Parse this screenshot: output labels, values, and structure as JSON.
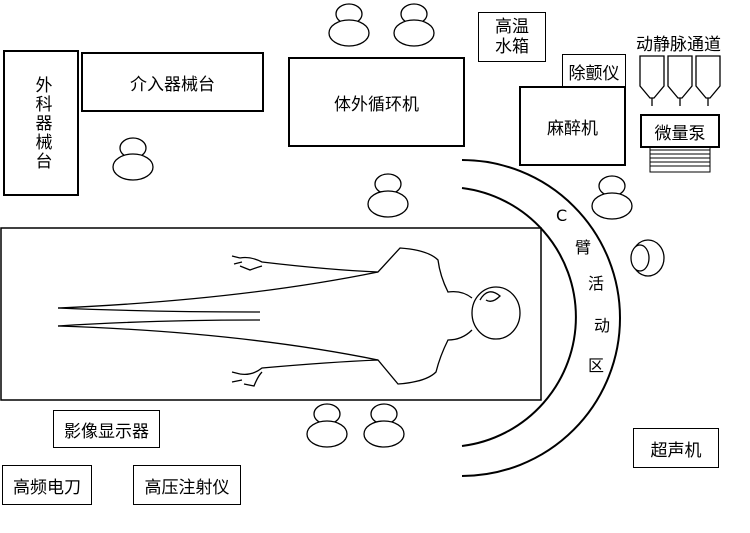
{
  "labels": {
    "surgical_table": "外科器械台",
    "interventional_table": "介入器械台",
    "ecmo": "体外循环机",
    "warm_water_tank_line1": "高温",
    "warm_water_tank_line2": "水箱",
    "defibrillator": "除颤仪",
    "anesthesia_machine": "麻醉机",
    "iv_lines": "动静脉通道",
    "micro_pump": "微量泵",
    "c_arm": [
      "C",
      "臂",
      "活",
      "动",
      "区"
    ],
    "image_display": "影像显示器",
    "electrosurgical_knife": "高频电刀",
    "pressure_injector": "高压注射仪",
    "ultrasound": "超声机"
  }
}
